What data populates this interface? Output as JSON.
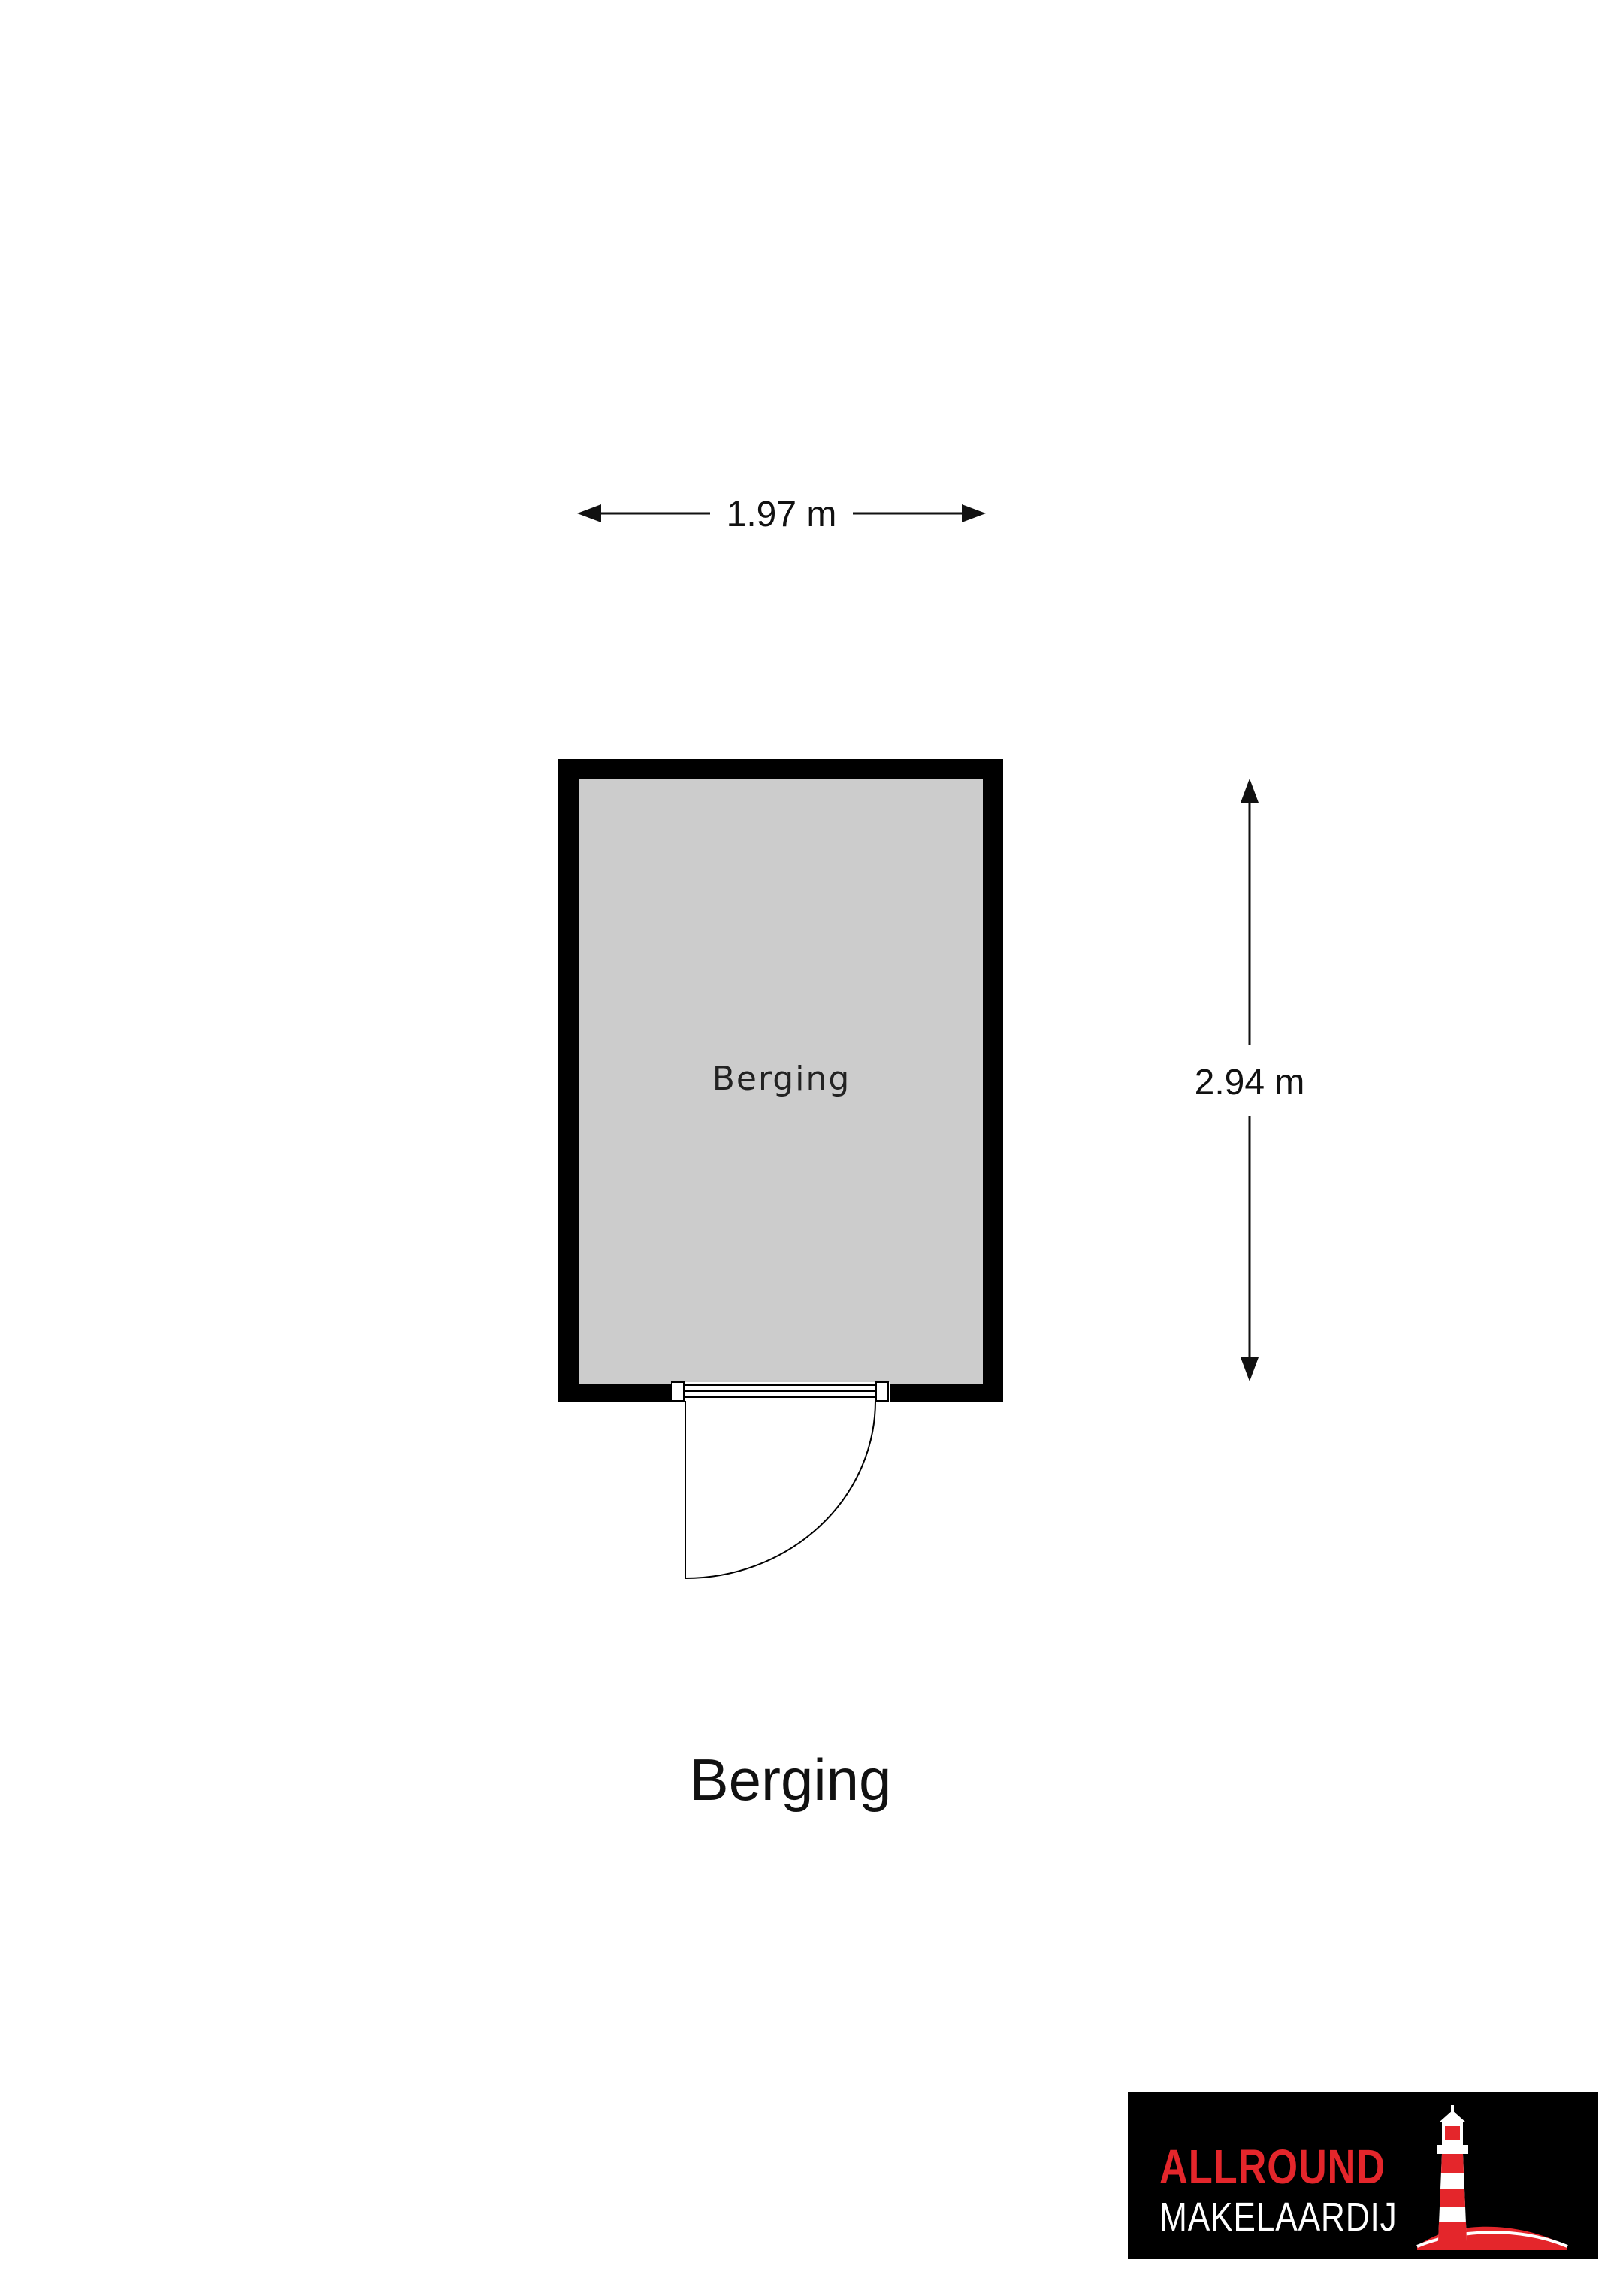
{
  "plan": {
    "title": "Berging",
    "room_label": "Berging",
    "width_label": "1.97 m",
    "height_label": "2.94 m"
  },
  "colors": {
    "wall": "#000000",
    "floor": "#cccccc",
    "logo_background": "#000000",
    "logo_accent": "#e4262b",
    "logo_text": "#ffffff"
  },
  "logo": {
    "line1": "ALLROUND",
    "line2": "MAKELAARDIJ",
    "icon": "lighthouse-icon"
  }
}
